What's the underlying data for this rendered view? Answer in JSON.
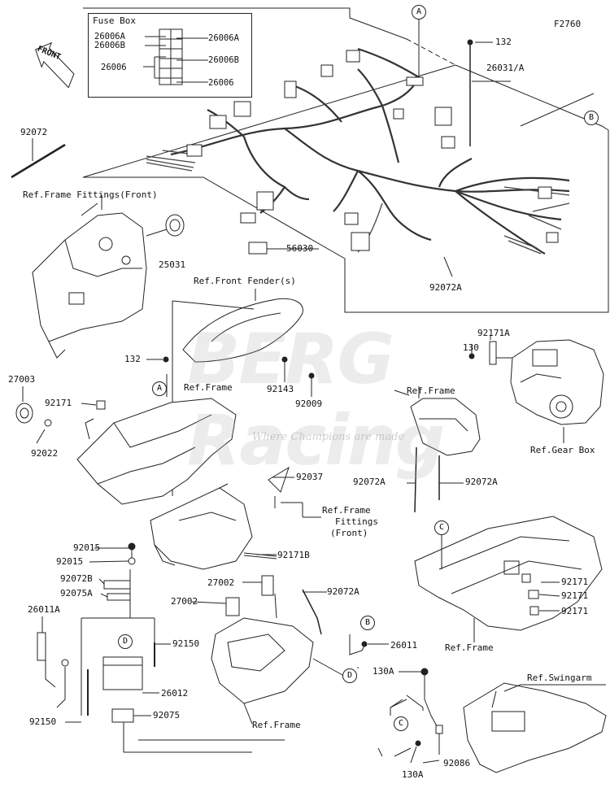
{
  "diagram_id": "F2760",
  "fuse_box": {
    "title": "Fuse Box",
    "left_labels": [
      "26006A",
      "26006B",
      "26006"
    ],
    "right_labels": [
      "26006A",
      "26006B",
      "26006"
    ]
  },
  "front_label": "FRONT",
  "watermark": {
    "brand": "BERG Racing",
    "tagline": "Where Champions are made"
  },
  "refs": {
    "frame_fittings_front": "Ref.Frame Fittings(Front)",
    "front_fender": "Ref.Front Fender(s)",
    "frame_a": "Ref.Frame",
    "frame_b": "Ref.Frame",
    "gear_box": "Ref.Gear Box",
    "frame_fittings_front_2": [
      "Ref.Frame",
      "Fittings",
      "(Front)"
    ],
    "frame_c": "Ref.Frame",
    "frame_d": "Ref.Frame",
    "swingarm": "Ref.Swingarm"
  },
  "parts": {
    "p132_top": "132",
    "p26031a": "26031/A",
    "p92072": "92072",
    "p56030": "56030",
    "p92072a_top": "92072A",
    "p25031": "25031",
    "p132_mid": "132",
    "p92143": "92143",
    "p92009": "92009",
    "p27003": "27003",
    "p92171_left": "92171",
    "p92022": "92022",
    "p92171a": "92171A",
    "p130": "130",
    "p92072a_l": "92072A",
    "p92072a_r": "92072A",
    "p92037": "92037",
    "p92171b": "92171B",
    "p92015_a": "92015",
    "p92015_b": "92015",
    "p92072b": "92072B",
    "p92075a": "92075A",
    "p26011a": "26011A",
    "p27002_a": "27002",
    "p27002_b": "27002",
    "p92072a_mid": "92072A",
    "p92171_r1": "92171",
    "p92171_r2": "92171",
    "p92171_r3": "92171",
    "p92150_r": "92150",
    "p26011": "26011",
    "p26012": "26012",
    "p92075": "92075",
    "p92150_l": "92150",
    "p130a_top": "130A",
    "p92086": "92086",
    "p130a_bot": "130A"
  },
  "callouts": {
    "a_top": "A",
    "b_top": "B",
    "a_mid": "A",
    "c_right": "C",
    "d_batt": "D",
    "b_mid": "B",
    "d_mid": "D",
    "c_bot": "C"
  }
}
